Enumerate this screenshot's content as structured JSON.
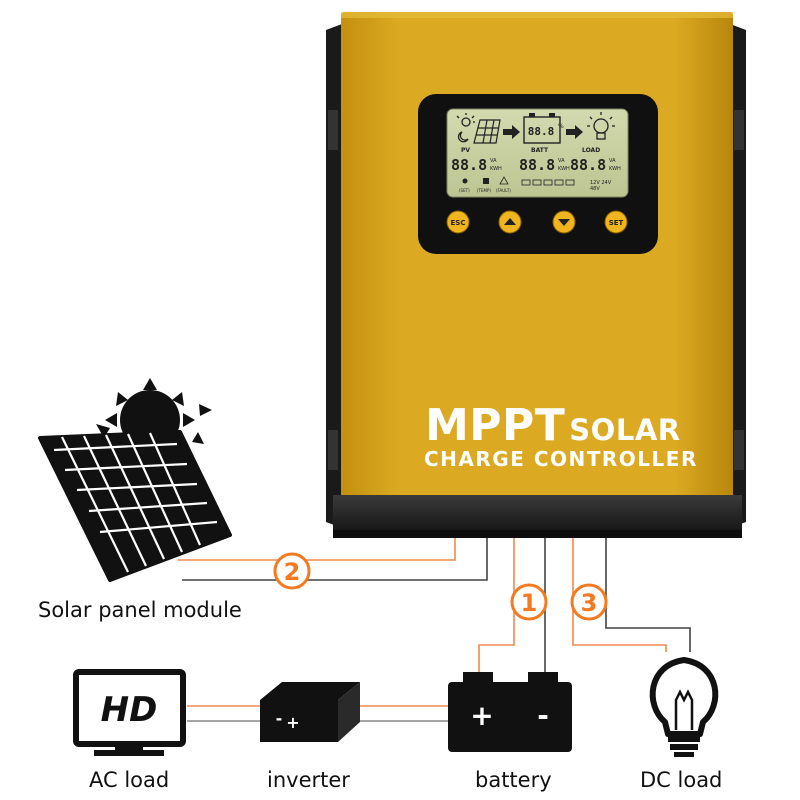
{
  "device": {
    "title_big": "MPPT",
    "title_small": "SOLAR",
    "subtitle": "CHARGE CONTROLLER",
    "lcd": {
      "pv_label": "PV",
      "batt_label": "BATT",
      "load_label": "LOAD",
      "pv_value": "88.8",
      "batt_value": "88.8",
      "load_value": "88.8",
      "batt_icon_value": "88.8",
      "unit_top": "VA",
      "unit_bottom": "KWH",
      "pct": "%",
      "status_set": "(SET)",
      "status_temp": "(TEMP)",
      "status_fault": "(FAULT)",
      "voltage_top": "12V 24V",
      "voltage_bottom": "48V"
    },
    "buttons": [
      "ESC",
      "SET"
    ]
  },
  "markers": [
    "1",
    "2",
    "3"
  ],
  "labels": {
    "solar_panel": "Solar panel module",
    "ac_load": "AC load",
    "inverter": "inverter",
    "battery": "battery",
    "dc_load": "DC load"
  },
  "icons": {
    "tv_text": "HD",
    "inverter_plus": "+",
    "inverter_minus": "-",
    "battery_plus": "+",
    "battery_minus": "-"
  },
  "colors": {
    "device_yellow": "#d9a21a",
    "device_dark": "#1c1c1c",
    "lcd_green": "#c9d1a2",
    "button_yellow": "#f0b41f",
    "wire_orange": "#f08a4b",
    "marker_orange": "#f47920",
    "wire_gray": "#444444"
  }
}
